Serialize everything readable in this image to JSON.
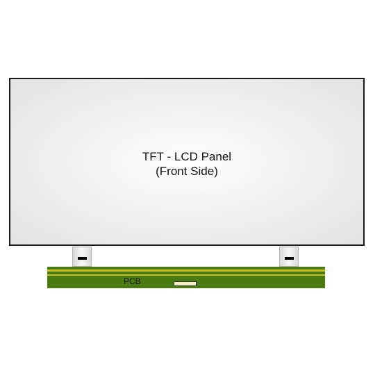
{
  "panel": {
    "line1": "TFT - LCD Panel",
    "line2": "(Front Side)"
  },
  "pcb": {
    "label": "PCB"
  },
  "colors": {
    "panel_border": "#1a1a1a",
    "pcb_green": "#4a7a12",
    "pcb_trace_yellow": "#c8c020",
    "connector_fill": "#f4f0c0"
  }
}
